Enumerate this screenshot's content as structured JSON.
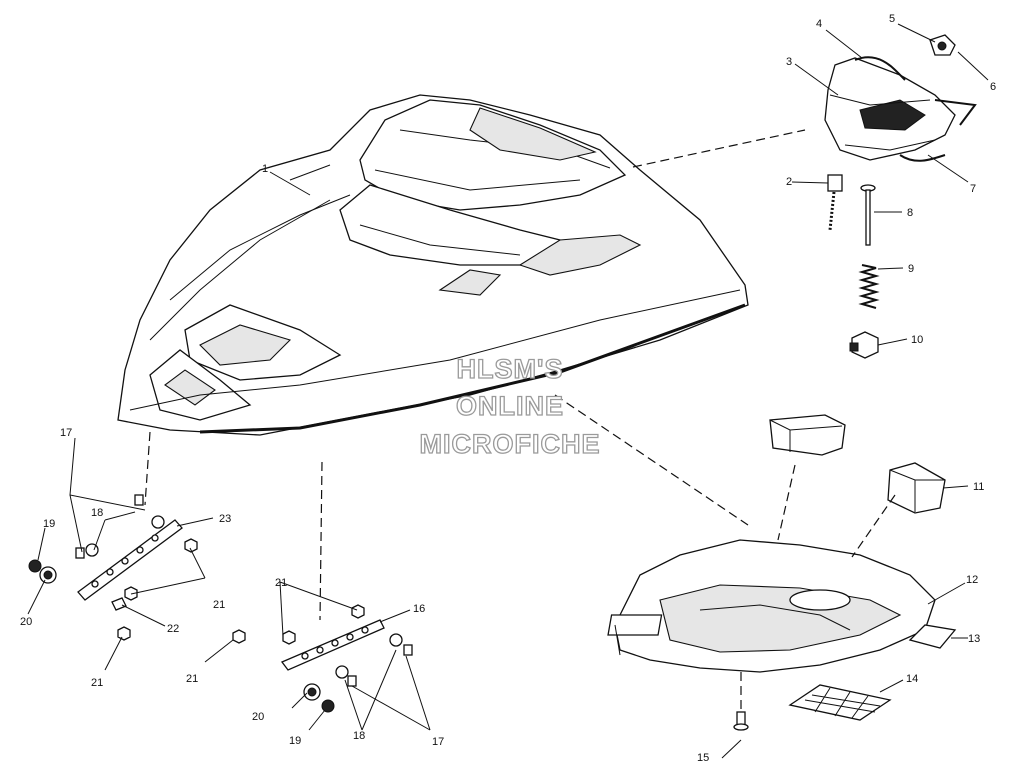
{
  "watermark": {
    "line1": "HLSM'S",
    "line2": "ONLINE",
    "line3": "MICROFICHE"
  },
  "callouts": [
    {
      "id": "c1",
      "text": "1"
    },
    {
      "id": "c2",
      "text": "2"
    },
    {
      "id": "c3",
      "text": "3"
    },
    {
      "id": "c4",
      "text": "4"
    },
    {
      "id": "c5",
      "text": "5"
    },
    {
      "id": "c6",
      "text": "6"
    },
    {
      "id": "c7",
      "text": "7"
    },
    {
      "id": "c8",
      "text": "8"
    },
    {
      "id": "c9",
      "text": "9"
    },
    {
      "id": "c10",
      "text": "10"
    },
    {
      "id": "c11",
      "text": "11"
    },
    {
      "id": "c12",
      "text": "12"
    },
    {
      "id": "c13",
      "text": "13"
    },
    {
      "id": "c14",
      "text": "14"
    },
    {
      "id": "c15",
      "text": "15"
    },
    {
      "id": "c16",
      "text": "16"
    },
    {
      "id": "c17a",
      "text": "17"
    },
    {
      "id": "c17b",
      "text": "17"
    },
    {
      "id": "c18a",
      "text": "18"
    },
    {
      "id": "c18b",
      "text": "18"
    },
    {
      "id": "c19a",
      "text": "19"
    },
    {
      "id": "c19b",
      "text": "19"
    },
    {
      "id": "c20a",
      "text": "20"
    },
    {
      "id": "c20b",
      "text": "20"
    },
    {
      "id": "c21a",
      "text": "21"
    },
    {
      "id": "c21b",
      "text": "21"
    },
    {
      "id": "c21c",
      "text": "21"
    },
    {
      "id": "c21d",
      "text": "21"
    },
    {
      "id": "c22",
      "text": "22"
    },
    {
      "id": "c23",
      "text": "23"
    }
  ]
}
